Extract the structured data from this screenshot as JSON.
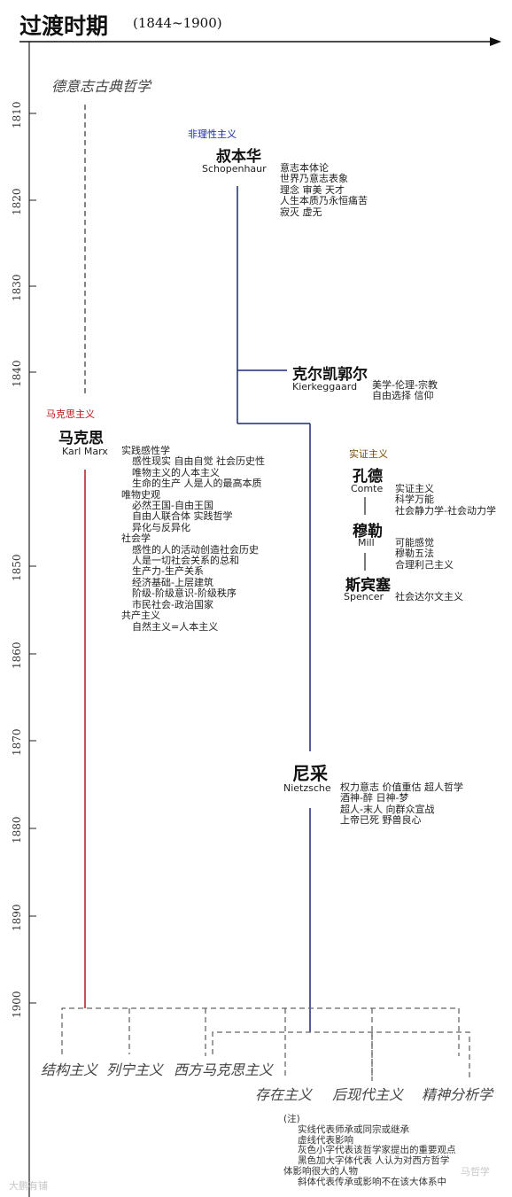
{
  "header": {
    "title": "过渡时期",
    "subtitle": "(1844~1900)"
  },
  "timeline": {
    "years": [
      "1810",
      "1820",
      "1830",
      "1840",
      "1850",
      "1860",
      "1870",
      "1880",
      "1890",
      "1900"
    ]
  },
  "colors": {
    "marx_line": "#b01818",
    "non_rational_line": "#1a2a7a",
    "school_marx": "#c01010",
    "school_non_rational": "#1a2aa0",
    "school_positivism": "#7a4a00",
    "dashed": "#666666"
  },
  "german_classical": "德意志古典哲学",
  "schools": {
    "non_rational": "非理性主义",
    "marxism": "马克思主义",
    "positivism": "实证主义"
  },
  "philosophers": {
    "schopenhauer": {
      "cn": "叔本华",
      "en": "Schopenhaur",
      "ideas": [
        "意志本体论",
        "世界乃意志表象",
        "理念  审美  天才",
        "人生本质乃永恒痛苦",
        "寂灭  虚无"
      ]
    },
    "kierkegaard": {
      "cn": "克尔凯郭尔",
      "en": "Kierkeggaard",
      "ideas": [
        "美学-伦理-宗教",
        "自由选择  信仰"
      ]
    },
    "marx": {
      "cn": "马克思",
      "en": "Karl Marx",
      "ideas": [
        {
          "indent": 0,
          "text": "实践感性学"
        },
        {
          "indent": 1,
          "text": "感性现实  自由自觉  社会历史性"
        },
        {
          "indent": 1,
          "text": "唯物主义的人本主义"
        },
        {
          "indent": 1,
          "text": "生命的生产  人是人的最高本质"
        },
        {
          "indent": 0,
          "text": "唯物史观"
        },
        {
          "indent": 1,
          "text": "必然王国-自由王国"
        },
        {
          "indent": 1,
          "text": "自由人联合体  实践哲学"
        },
        {
          "indent": 1,
          "text": "异化与反异化"
        },
        {
          "indent": 0,
          "text": "社会学"
        },
        {
          "indent": 1,
          "text": "感性的人的活动创造社会历史"
        },
        {
          "indent": 1,
          "text": "人是一切社会关系的总和"
        },
        {
          "indent": 1,
          "text": "生产力-生产关系"
        },
        {
          "indent": 1,
          "text": "经济基础-上层建筑"
        },
        {
          "indent": 1,
          "text": "阶级-阶级意识-阶级秩序"
        },
        {
          "indent": 1,
          "text": "市民社会-政治国家"
        },
        {
          "indent": 0,
          "text": "共产主义"
        },
        {
          "indent": 1,
          "text": "自然主义=人本主义"
        }
      ]
    },
    "comte": {
      "cn": "孔德",
      "en": "Comte",
      "ideas": [
        "实证主义",
        "科学万能",
        "社会静力学-社会动力学"
      ]
    },
    "mill": {
      "cn": "穆勒",
      "en": "Mill",
      "ideas": [
        "可能感觉",
        "穆勒五法",
        "合理利己主义"
      ]
    },
    "spencer": {
      "cn": "斯宾塞",
      "en": "Spencer",
      "ideas": [
        "社会达尔文主义"
      ]
    },
    "nietzsche": {
      "cn": "尼采",
      "en": "Nietzsche",
      "ideas": [
        "权力意志  价值重估  超人哲学",
        "酒神-醉  日神-梦",
        "超人-末人  向群众宣战",
        "上帝已死  野兽良心"
      ]
    }
  },
  "successors": {
    "structuralism": "结构主义",
    "leninism": "列宁主义",
    "western_marxism": "西方马克思主义",
    "existentialism": "存在主义",
    "postmodernism": "后现代主义",
    "psychoanalysis": "精神分析学"
  },
  "notes": [
    {
      "indent": 0,
      "text": "(注)"
    },
    {
      "indent": 1,
      "text": "实线代表师承或同宗或继承"
    },
    {
      "indent": 1,
      "text": "虚线代表影响"
    },
    {
      "indent": 1,
      "text": "灰色小字代表该哲学家提出的重要观点"
    },
    {
      "indent": 1,
      "text": "黑色加大字体代表  人认为对西方哲学"
    },
    {
      "indent": 0,
      "text": "体影响很大的人物"
    },
    {
      "indent": 1,
      "text": "斜体代表传承或影响不在该大体系中"
    }
  ],
  "watermarks": {
    "left": "大鹏有铺",
    "right": "马哲学"
  }
}
